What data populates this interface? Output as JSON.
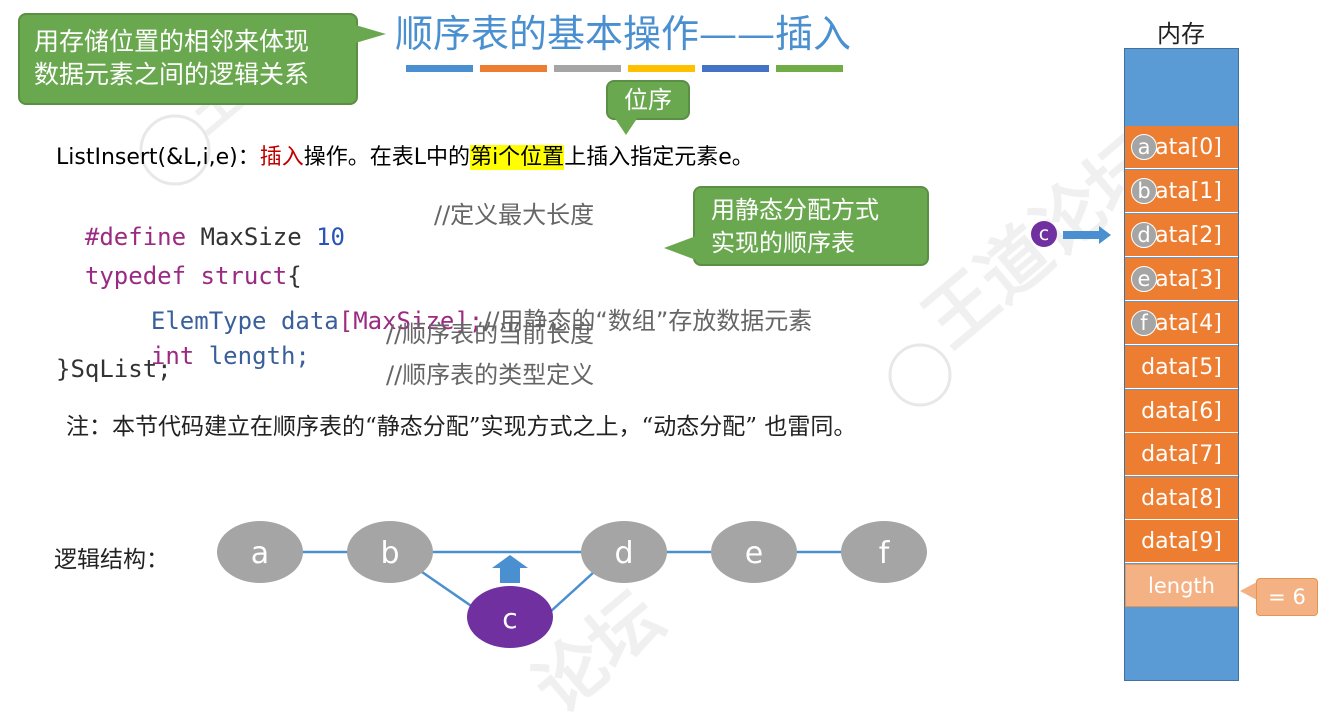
{
  "title": "顺序表的基本操作——插入",
  "title_bar_colors": [
    "#4a90d0",
    "#ed7d31",
    "#a5a5a5",
    "#ffc000",
    "#4472c4",
    "#70ad47"
  ],
  "callouts": {
    "top_left_line1": "用存储位置的相邻来体现",
    "top_left_line2": "数据元素之间的逻辑关系",
    "weixu": "位序",
    "static_line1": "用静态分配方式",
    "static_line2": "实现的顺序表"
  },
  "listinsert": {
    "prefix": "ListInsert(&L,i,e)：",
    "insert": "插入",
    "middle": "操作。在表L中的",
    "highlight": "第i个位置",
    "suffix": "上插入指定元素e。"
  },
  "code": {
    "line1_kw": "#define",
    "line1_name": " MaxSize ",
    "line1_num": "10",
    "line1_comment": "//定义最大长度",
    "line2_kw1": "typedef",
    "line2_kw2": " struct",
    "line2_brace": "{",
    "line3_type": "ElemType",
    "line3_field": " data",
    "line3_rest": "[MaxSize];",
    "line3_comment": "//用静态的“数组”存放数据元素",
    "line4_type": "int",
    "line4_field": " length;",
    "line4_comment": "//顺序表的当前长度",
    "line5_text": "}SqList;",
    "line5_comment": "//顺序表的类型定义"
  },
  "note": "注：本节代码建立在顺序表的“静态分配”实现方式之上，“动态分配” 也雷同。",
  "logic": {
    "label": "逻辑结构：",
    "nodes": [
      "a",
      "b",
      "d",
      "e",
      "f"
    ],
    "inserted": "c"
  },
  "memory": {
    "label": "内存",
    "cells": [
      "data[0]",
      "data[1]",
      "data[2]",
      "data[3]",
      "data[4]",
      "data[5]",
      "data[6]",
      "data[7]",
      "data[8]",
      "data[9]"
    ],
    "cell_elements": [
      "a",
      "b",
      "d",
      "e",
      "f"
    ],
    "inserting": "c",
    "length_label": "length",
    "length_value": "= 6"
  },
  "colors": {
    "green_callout": "#6aa84f",
    "memory_blue": "#5b9bd5",
    "cell_orange": "#ed7d31",
    "length_fill": "#f4b183",
    "node_gray": "#a5a5a5",
    "node_purple": "#7030a0",
    "arrow_blue": "#4a90d0"
  }
}
